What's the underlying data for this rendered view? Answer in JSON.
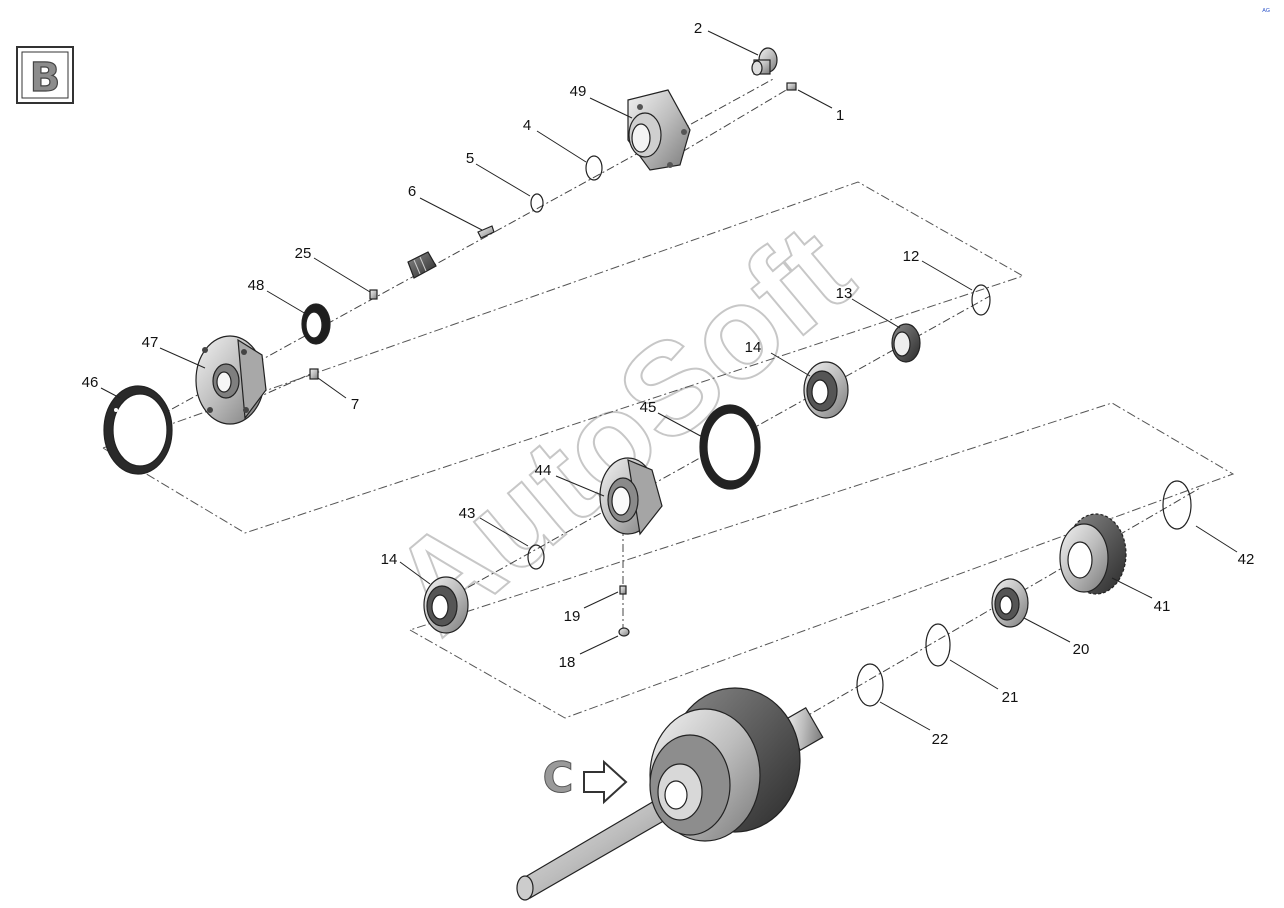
{
  "view_badge": "B",
  "view_ref": "C",
  "watermark": "AutoSoft",
  "corner_mark": "ᴬᴳ",
  "callouts": [
    {
      "id": "c2",
      "text": "2"
    },
    {
      "id": "c49",
      "text": "49"
    },
    {
      "id": "c1",
      "text": "1"
    },
    {
      "id": "c4",
      "text": "4"
    },
    {
      "id": "c5",
      "text": "5"
    },
    {
      "id": "c6",
      "text": "6"
    },
    {
      "id": "c25",
      "text": "25"
    },
    {
      "id": "c48",
      "text": "48"
    },
    {
      "id": "c47",
      "text": "47"
    },
    {
      "id": "c46",
      "text": "46"
    },
    {
      "id": "c7",
      "text": "7"
    },
    {
      "id": "c12",
      "text": "12"
    },
    {
      "id": "c13",
      "text": "13"
    },
    {
      "id": "c14a",
      "text": "14"
    },
    {
      "id": "c45",
      "text": "45"
    },
    {
      "id": "c44",
      "text": "44"
    },
    {
      "id": "c43",
      "text": "43"
    },
    {
      "id": "c14b",
      "text": "14"
    },
    {
      "id": "c19",
      "text": "19"
    },
    {
      "id": "c18",
      "text": "18"
    },
    {
      "id": "c42",
      "text": "42"
    },
    {
      "id": "c41",
      "text": "41"
    },
    {
      "id": "c20",
      "text": "20"
    },
    {
      "id": "c21",
      "text": "21"
    },
    {
      "id": "c22",
      "text": "22"
    }
  ]
}
